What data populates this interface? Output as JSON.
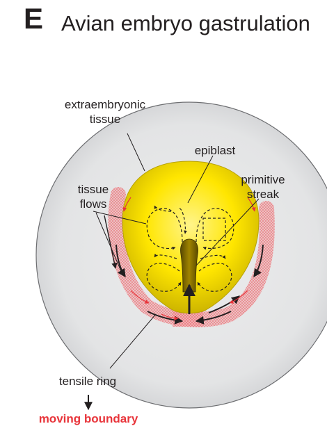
{
  "panel_letter": "E",
  "title": "Avian embryo gastrulation",
  "labels": {
    "extraembryonic": [
      "extraembryonic",
      "tissue"
    ],
    "epiblast": "epiblast",
    "primitive_streak": [
      "primitive",
      "streak"
    ],
    "tissue_flows": [
      "tissue",
      "flows"
    ],
    "tensile_ring": "tensile ring",
    "moving_boundary": "moving boundary"
  },
  "colors": {
    "outer_disc": "#e6e7e8",
    "epiblast_yellow": "#ffe600",
    "boundary_red": "#e8343a",
    "ink": "#231f20"
  }
}
